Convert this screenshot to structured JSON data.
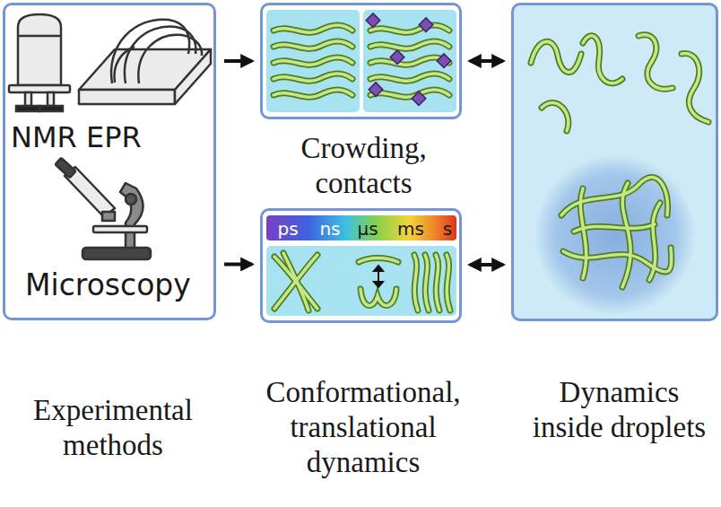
{
  "diagram": {
    "nodes": [
      {
        "text": [
          "NMR",
          "EPR",
          "Microscopy",
          "Experimental methods"
        ]
      },
      {
        "text": [
          "Crowding, contacts"
        ]
      },
      {
        "text": [
          "ps",
          "ns",
          "μs",
          "ms",
          "s",
          "Conformational, translational dynamics"
        ]
      },
      {
        "text": [
          "Dynamics inside droplets"
        ]
      }
    ],
    "edges": [
      {
        "from": 0,
        "to": 1,
        "arrow": "to"
      },
      {
        "from": 0,
        "to": 2,
        "arrow": "to"
      },
      {
        "from": 1,
        "to": 3,
        "arrow": "both"
      },
      {
        "from": 2,
        "to": 3,
        "arrow": "both"
      }
    ]
  }
}
